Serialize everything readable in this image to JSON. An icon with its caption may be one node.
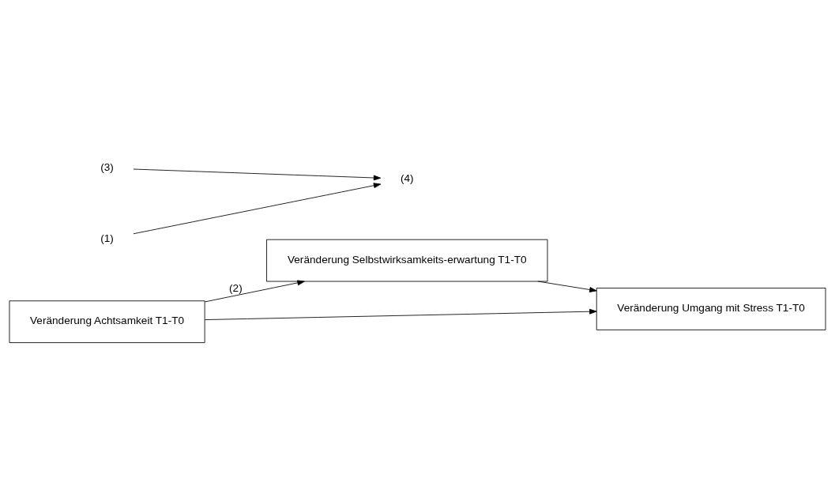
{
  "diagram": {
    "nodes": [
      {
        "text": [
          "Veränderung Achtsamkeit T1-T0"
        ]
      },
      {
        "text": [
          "Veränderung Selbstwirksamkeits-erwartung T1-T0"
        ]
      },
      {
        "text": [
          "Veränderung Umgang mit Stress T1-T0"
        ]
      },
      {
        "text": [
          "(3)"
        ]
      },
      {
        "text": [
          "(1)"
        ]
      },
      {
        "text": [
          "(4)"
        ]
      }
    ],
    "edges": [
      {
        "from": 0,
        "to": 1,
        "arrow": "to",
        "label": "(2)"
      },
      {
        "from": 1,
        "to": 2,
        "arrow": "to"
      },
      {
        "from": 0,
        "to": 2,
        "arrow": "to"
      },
      {
        "from": 3,
        "to": 5,
        "arrow": "to"
      },
      {
        "from": 4,
        "to": 5,
        "arrow": "to"
      }
    ]
  }
}
